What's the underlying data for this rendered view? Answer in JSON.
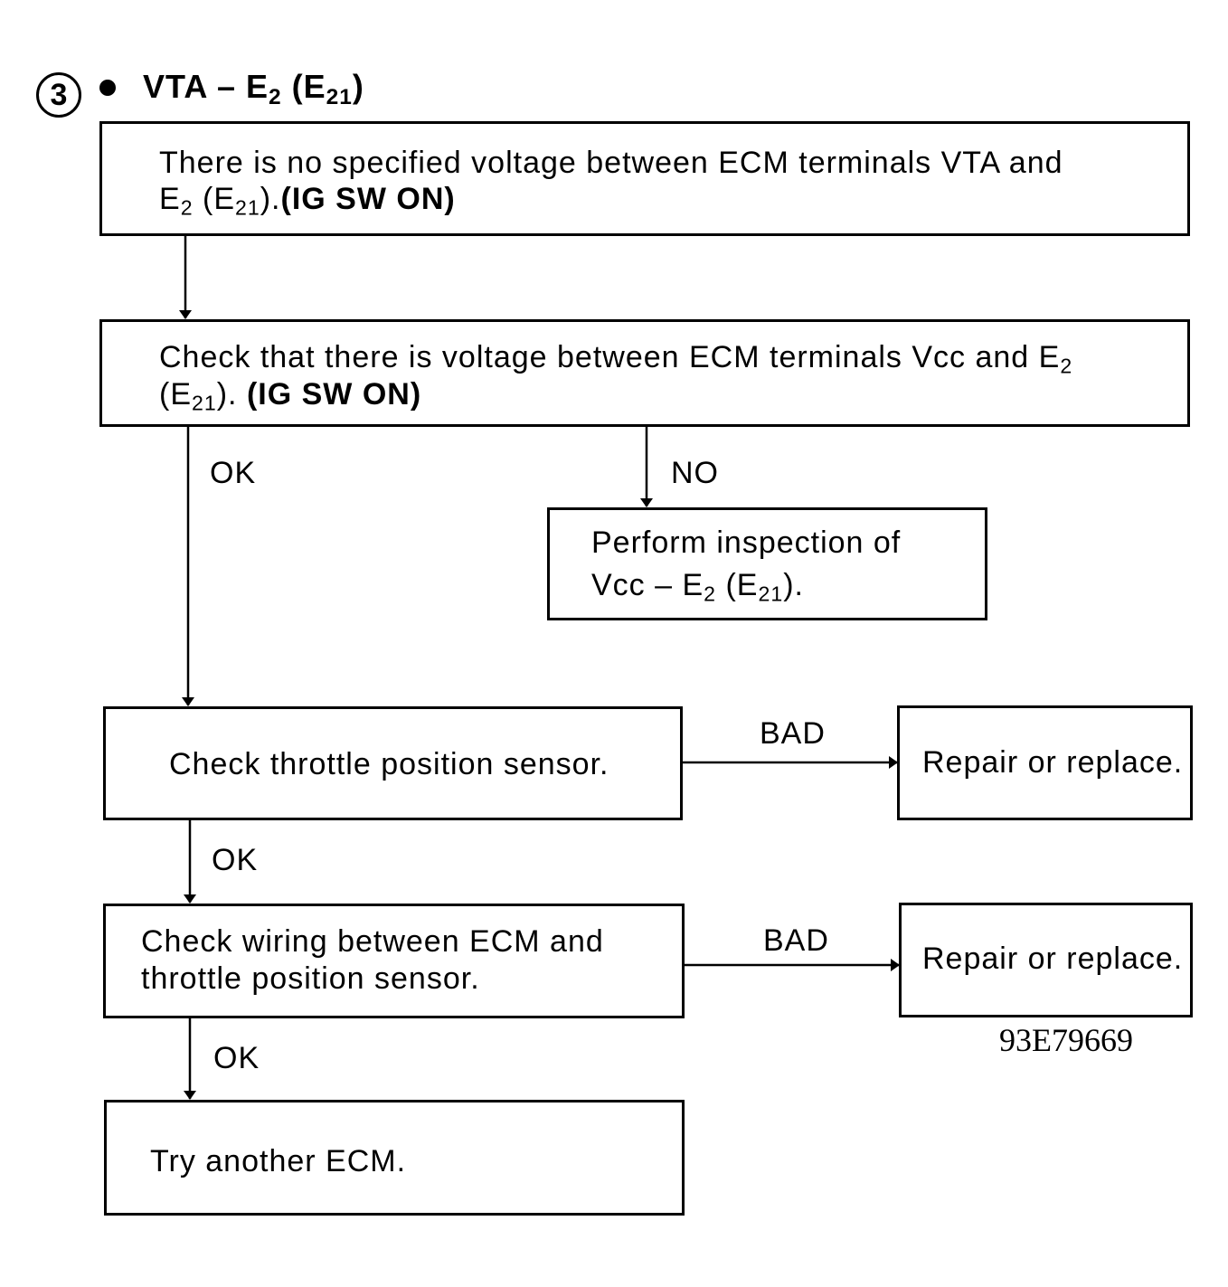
{
  "step": {
    "number": "3",
    "title_main": "VTA – E",
    "title_sub1": "2",
    "title_paren": " (E",
    "title_sub2": "21",
    "title_close": ")"
  },
  "boxes": {
    "b1": {
      "line1": "There is no specified voltage between ECM terminals VTA and",
      "l2a": "E",
      "l2sub1": "2",
      "l2b": " (E",
      "l2sub2": "21",
      "l2c": ").",
      "l2bold": "(IG SW ON)"
    },
    "b2": {
      "l1a": "Check that there is voltage between ECM terminals Vcc and E",
      "l1sub": "2",
      "l2a": "(E",
      "l2sub": "21",
      "l2b": "). ",
      "l2bold": "(IG SW ON)"
    },
    "b3": {
      "line1": "Perform inspection of",
      "l2a": "Vcc – E",
      "l2sub1": "2",
      "l2b": " (E",
      "l2sub2": "21",
      "l2c": ")."
    },
    "b4": {
      "text": "Check throttle position sensor."
    },
    "b5": {
      "text": "Repair or replace."
    },
    "b6": {
      "line1": "Check wiring between ECM and",
      "line2": "throttle position sensor."
    },
    "b7": {
      "text": "Repair or replace."
    },
    "b8": {
      "text": "Try another ECM."
    }
  },
  "labels": {
    "ok1": "OK",
    "no1": "NO",
    "bad1": "BAD",
    "ok2": "OK",
    "bad2": "BAD",
    "ok3": "OK"
  },
  "figure_id": "93E79669"
}
